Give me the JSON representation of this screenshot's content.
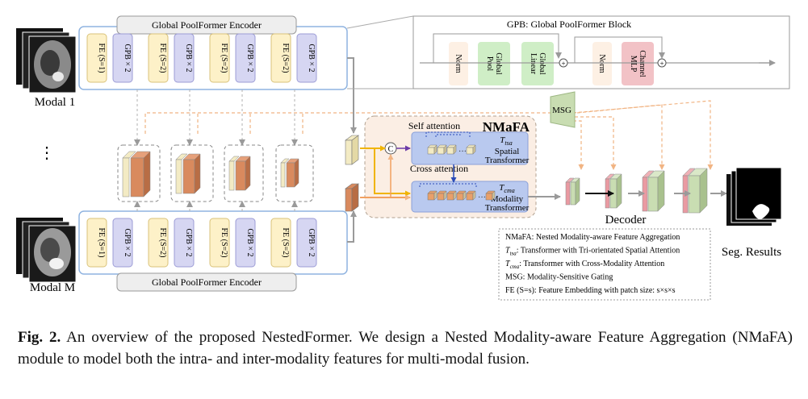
{
  "encoder": {
    "top_title": "Global PoolFormer Encoder",
    "bottom_title": "Global PoolFormer Encoder",
    "blocks": [
      "FE (S=1)",
      "GPB × 2",
      "FE (S=2)",
      "GPB × 2",
      "FE (S=2)",
      "GPB × 2",
      "FE (S=2)",
      "GPB × 2"
    ]
  },
  "modal_top": "Modal 1",
  "modal_bottom": "Modal M",
  "ellipsis": "⋮",
  "gpb": {
    "title": "GPB: Global PoolFormer Block",
    "blocks": [
      "Norm",
      "Global Pool",
      "Global Linear",
      "Norm",
      "Channel MLP"
    ],
    "colors": [
      "#fdf0e4",
      "#cfeec6",
      "#cfeec6",
      "#fdf0e4",
      "#f2c2c6"
    ]
  },
  "msg": "MSG",
  "nmafa": {
    "title": "NMaFA",
    "self_attention": "Self attention",
    "cross_attention": "Cross attention",
    "tsa_symbol": "T",
    "tsa_sub": "tsa",
    "tsa_label": "Spatial Transformer",
    "tcma_symbol": "T",
    "tcma_sub": "cma",
    "tcma_label": "Modality Transformer",
    "concat": "C"
  },
  "decoder": "Decoder",
  "seg": "Seg. Results",
  "legend": [
    {
      "text": "NMaFA: Nested Modality-aware Feature Aggregation"
    },
    {
      "sym": "T",
      "sub": "tsa",
      "text": ": Transformer with Tri-orientated Spatial Attention"
    },
    {
      "sym": "T",
      "sub": "cma",
      "text": ": Transformer with Cross-Modality Attention"
    },
    {
      "text": "MSG: Modality-Sensitive Gating"
    },
    {
      "text": "FE (S=s): Feature Embedding with patch size: s×s×s"
    }
  ],
  "caption": {
    "label": "Fig. 2.",
    "text": " An overview of the proposed NestedFormer. We design a Nested Modality-aware Feature Aggregation (NMaFA) module to model both the intra- and inter-modality features for multi-modal fusion."
  },
  "colors": {
    "fe": "#fdf1c8",
    "gpb_block": "#d6d6f2",
    "encoder_border": "#8fb3e0",
    "nmafa_bg": "#fbeee4",
    "transformer_bg": "#b9c9ef",
    "arrow_orange": "#f1b483",
    "arrow_gray": "#9a9a9a",
    "feat_cream": "#f3ebc4",
    "feat_brown": "#d98a5e",
    "dec_pink": "#ea9aa2",
    "dec_green": "#c9ddb2"
  }
}
